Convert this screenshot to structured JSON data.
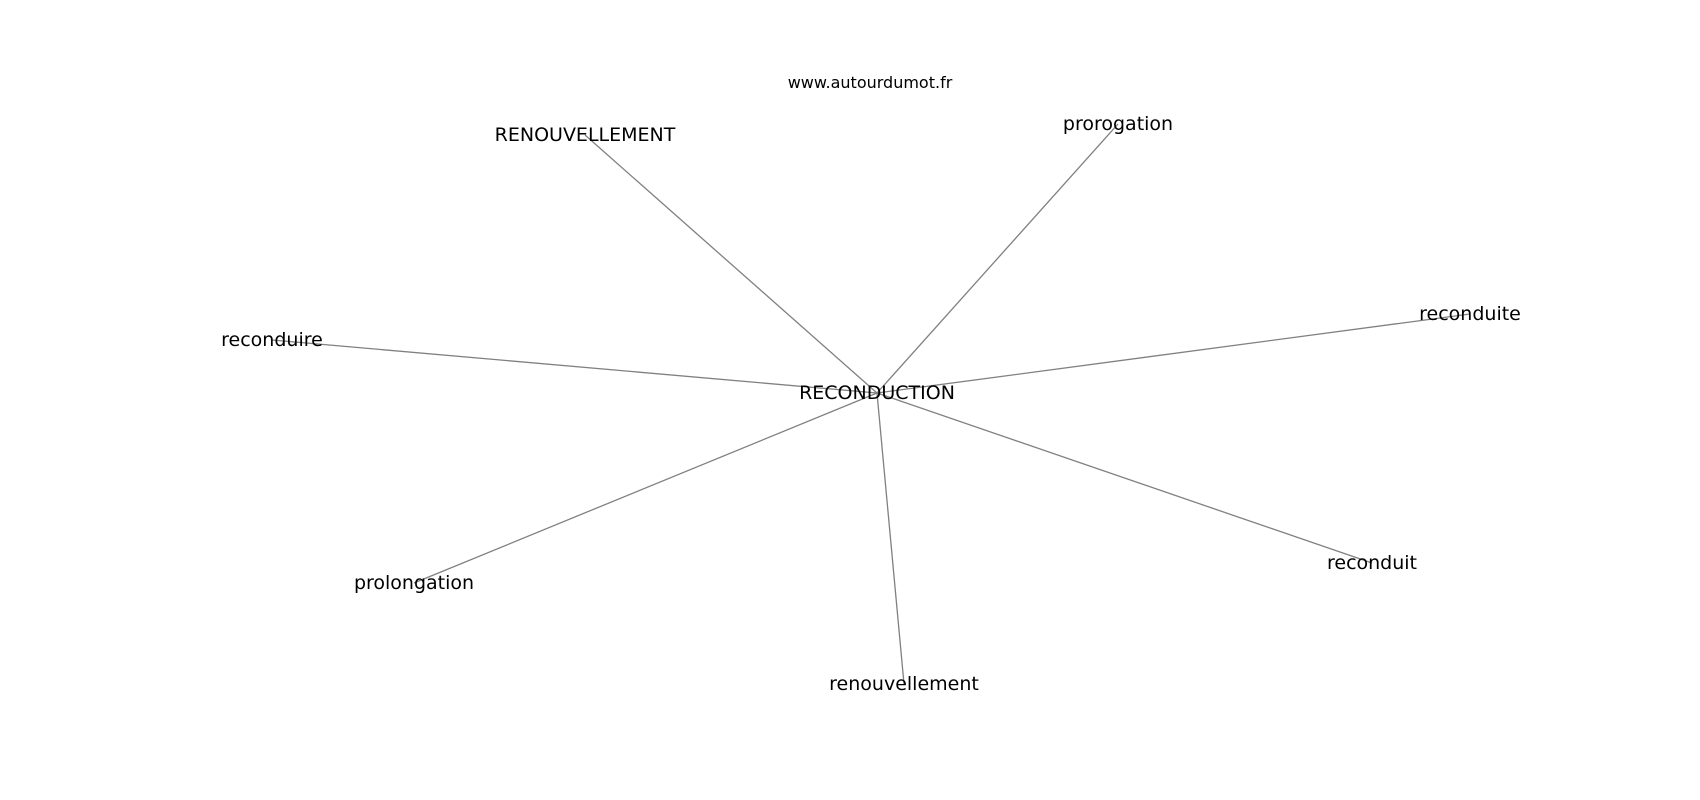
{
  "watermark": "www.autourdumot.fr",
  "graph": {
    "center": "RECONDUCTION",
    "neighbors": [
      "RENOUVELLEMENT",
      "prorogation",
      "reconduite",
      "reconduire",
      "prolongation",
      "renouvellement",
      "reconduit"
    ],
    "colors": {
      "edge": "#808080",
      "text": "#000000"
    }
  }
}
